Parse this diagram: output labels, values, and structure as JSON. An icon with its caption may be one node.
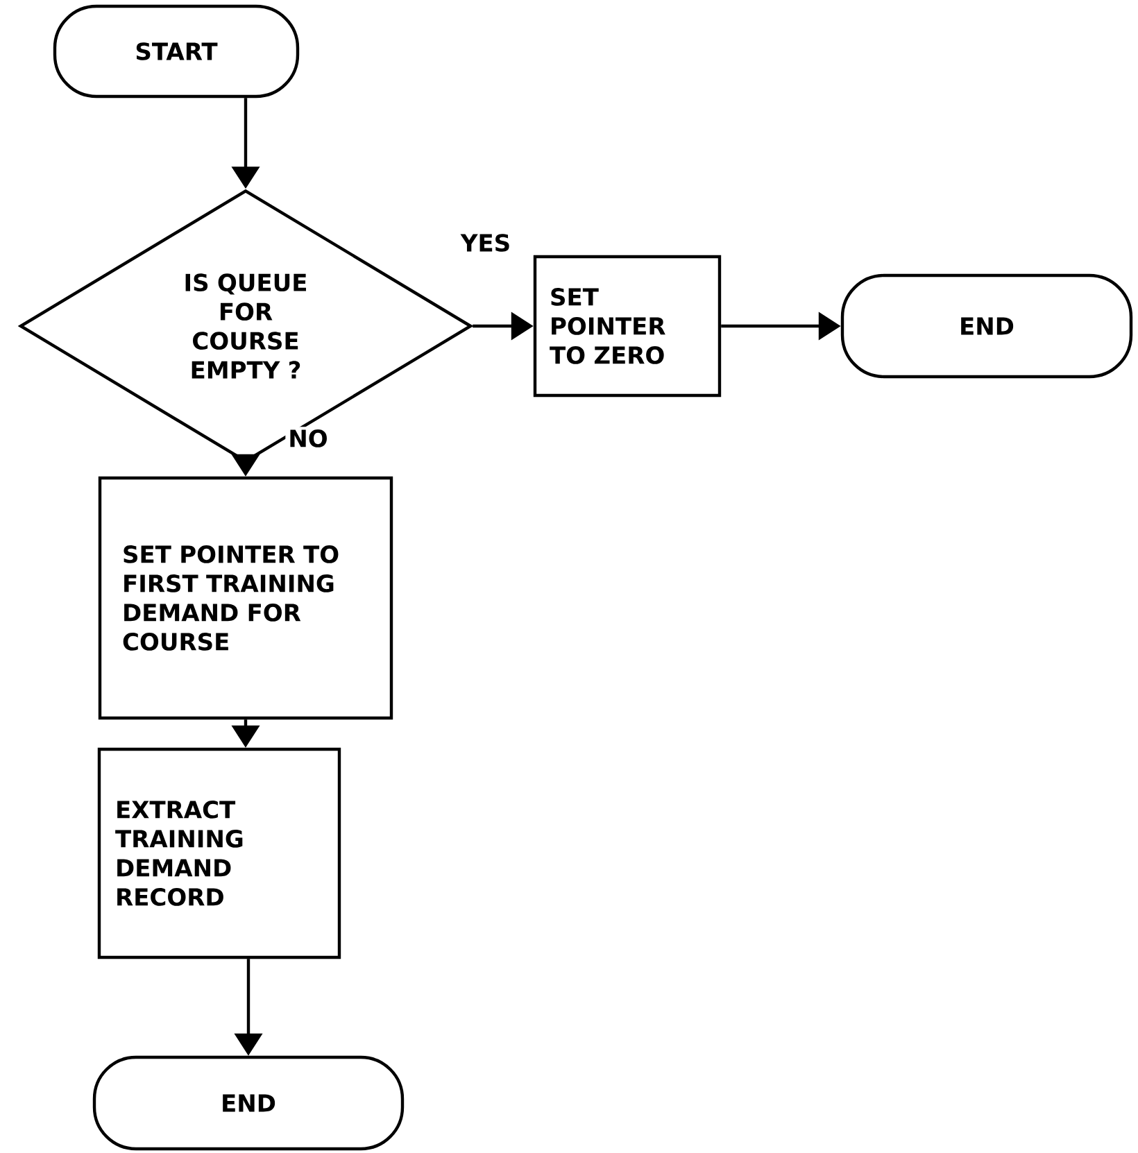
{
  "diagram": {
    "nodes": [
      {
        "text": [
          "START"
        ]
      },
      {
        "text": [
          "IS QUEUE FOR COURSE EMPTY ?"
        ]
      },
      {
        "text": [
          "SET POINTER TO ZERO"
        ]
      },
      {
        "text": [
          "END"
        ]
      },
      {
        "text": [
          "SET POINTER TO FIRST TRAINING DEMAND FOR COURSE"
        ]
      },
      {
        "text": [
          "EXTRACT TRAINING DEMAND RECORD"
        ]
      },
      {
        "text": [
          "END"
        ]
      }
    ],
    "edges": [
      {
        "from": 0,
        "to": 1,
        "arrow": "to"
      },
      {
        "from": 1,
        "to": 2,
        "arrow": "to",
        "label": "YES"
      },
      {
        "from": 2,
        "to": 3,
        "arrow": "to"
      },
      {
        "from": 1,
        "to": 4,
        "arrow": "to",
        "label": "NO"
      },
      {
        "from": 4,
        "to": 5,
        "arrow": "to"
      },
      {
        "from": 5,
        "to": 6,
        "arrow": "to"
      }
    ]
  }
}
